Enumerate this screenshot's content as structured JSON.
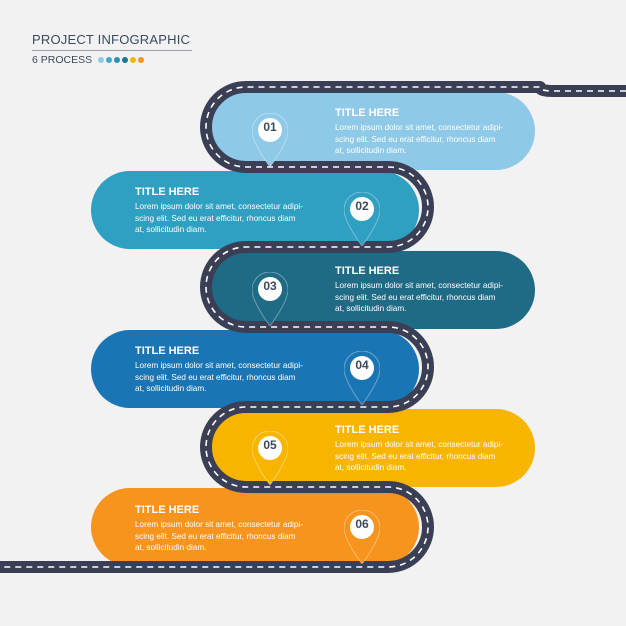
{
  "header": {
    "title": "PROJECT INFOGRAPHIC",
    "subtitle": "6 PROCESS",
    "dot_colors": [
      "#8ec9e8",
      "#3fa9c9",
      "#2b8fbc",
      "#1e7397",
      "#f7b500",
      "#f7941d"
    ]
  },
  "steps": [
    {
      "number": "01",
      "title": "TITLE HERE",
      "body": [
        "Lorem ipsum dolor sit amet, consectetur adipi-",
        "scing elit. Sed eu erat efficitur, rhoncus diam",
        "at, sollicitudin diam."
      ],
      "color": "#8ec9e8"
    },
    {
      "number": "02",
      "title": "TITLE HERE",
      "body": [
        "Lorem ipsum dolor sit amet, consectetur adipi-",
        "scing elit. Sed eu erat efficitur, rhoncus diam",
        "at, sollicitudin diam."
      ],
      "color": "#2f9fc2"
    },
    {
      "number": "03",
      "title": "TITLE HERE",
      "body": [
        "Lorem ipsum dolor sit amet, consectetur adipi-",
        "scing elit. Sed eu erat efficitur, rhoncus diam",
        "at, sollicitudin diam."
      ],
      "color": "#1f6a85"
    },
    {
      "number": "04",
      "title": "TITLE HERE",
      "body": [
        "Lorem ipsum dolor sit amet, consectetur adipi-",
        "scing elit. Sed eu erat efficitur, rhoncus diam",
        "at, sollicitudin diam."
      ],
      "color": "#1a75b5"
    },
    {
      "number": "05",
      "title": "TITLE HERE",
      "body": [
        "Lorem ipsum dolor sit amet, consectetur adipi-",
        "scing elit. Sed eu erat efficitur, rhoncus diam",
        "at, sollicitudin diam."
      ],
      "color": "#f7b500"
    },
    {
      "number": "06",
      "title": "TITLE HERE",
      "body": [
        "Lorem ipsum dolor sit amet, consectetur adipi-",
        "scing elit. Sed eu erat efficitur, rhoncus diam",
        "at, sollicitudin diam."
      ],
      "color": "#f7941d"
    }
  ],
  "road_color": "#3b3f55",
  "road_marking_color": "#ffffff",
  "pin_icon": "map-marker-icon"
}
